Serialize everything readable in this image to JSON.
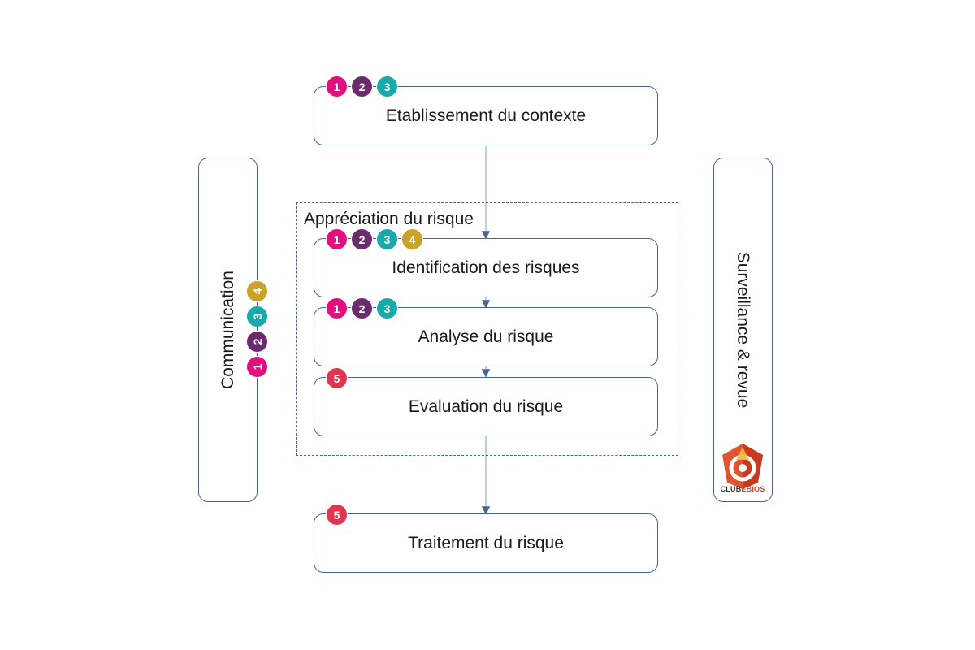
{
  "colors": {
    "border": "#4a6491",
    "arrow": "#4a6491",
    "badge_1": "#e0117f",
    "badge_2": "#6b2c6e",
    "badge_3": "#1aa9a9",
    "badge_4": "#c9a227",
    "badge_5": "#e0344f"
  },
  "boxes": {
    "contexte": {
      "label": "Etablissement du contexte",
      "badges": [
        "1",
        "2",
        "3"
      ]
    },
    "identification": {
      "label": "Identification des risques",
      "badges": [
        "1",
        "2",
        "3",
        "4"
      ]
    },
    "analyse": {
      "label": "Analyse du risque",
      "badges": [
        "1",
        "2",
        "3"
      ]
    },
    "evaluation": {
      "label": "Evaluation du risque",
      "badges": [
        "5"
      ]
    },
    "traitement": {
      "label": "Traitement du risque",
      "badges": [
        "5"
      ]
    }
  },
  "group": {
    "title": "Appréciation du risque"
  },
  "sides": {
    "communication": {
      "label": "Communication",
      "badges": [
        "1",
        "2",
        "3",
        "4"
      ]
    },
    "surveillance": {
      "label": "Surveillance & revue"
    }
  },
  "logo": {
    "prefix": "CLUB",
    "suffix": "EBIOS",
    "icon": "clubebios-logo-icon"
  }
}
